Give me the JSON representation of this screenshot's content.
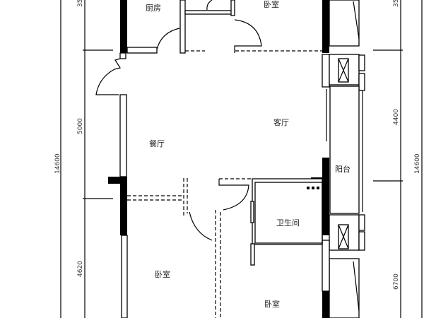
{
  "rooms": {
    "kitchen": "厨房",
    "bedroom_top": "卧室",
    "living_room": "客厅",
    "dining_room": "餐厅",
    "balcony": "阳台",
    "bathroom": "卫生间",
    "bedroom_bottom_left": "卧室",
    "bedroom_bottom_right": "卧室"
  },
  "dimensions": {
    "left_top": "35",
    "left_middle": "5000",
    "left_total": "14600",
    "left_bottom": "4620",
    "right_top": "35",
    "right_middle": "4400",
    "right_total": "14600",
    "right_bottom": "6700"
  }
}
